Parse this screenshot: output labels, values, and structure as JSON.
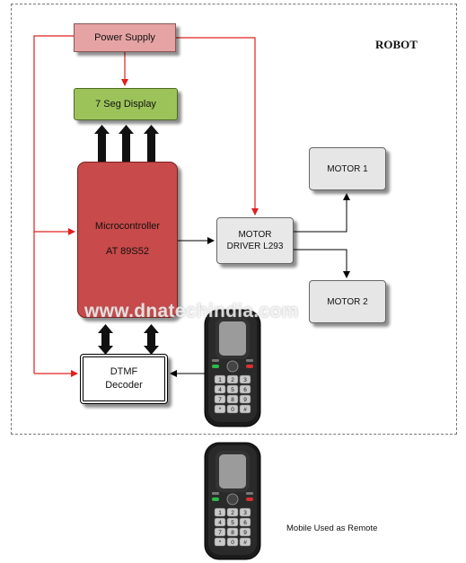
{
  "diagram": {
    "title": "ROBOT",
    "blocks": {
      "power_supply": "Power Supply",
      "seven_seg": "7 Seg Display",
      "microcontroller_line1": "Microcontroller",
      "microcontroller_line2": "AT 89S52",
      "motor_driver_line1": "MOTOR",
      "motor_driver_line2": "DRIVER L293",
      "motor1": "MOTOR 1",
      "motor2": "MOTOR 2",
      "dtmf_line1": "DTMF",
      "dtmf_line2": "Decoder"
    },
    "watermark": "www.dnatechindia.com",
    "mobile_caption": "Mobile Used as Remote"
  },
  "phone_keys": [
    "1",
    "2",
    "3",
    "4",
    "5",
    "6",
    "7",
    "8",
    "9",
    "*",
    "0",
    "#"
  ],
  "colors": {
    "power_supply": "#e6a3a3",
    "seven_seg": "#9cc35a",
    "microcontroller": "#c84a4a",
    "connection_red": "#e02020",
    "connection_black": "#000000",
    "motor_boxes": "#e6e6e6"
  }
}
